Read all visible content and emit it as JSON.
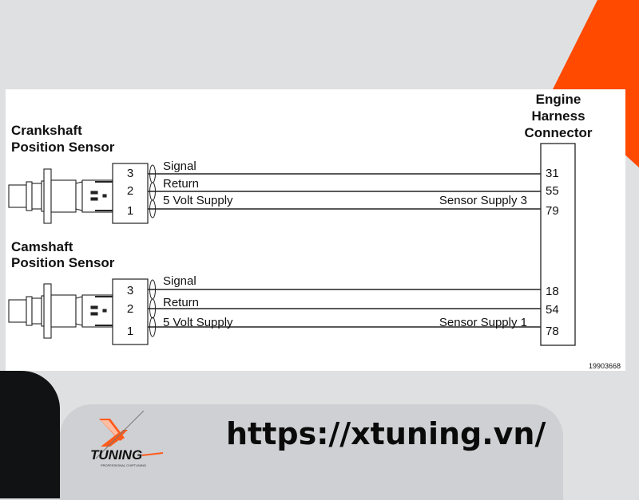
{
  "colors": {
    "background": "#dfe0e2",
    "accent_orange": "#ff4a00",
    "footer_panel": "#cfd0d3",
    "dark_shape": "#111214",
    "wire": "#222222"
  },
  "diagram": {
    "connector": {
      "title_line1": "Engine",
      "title_line2": "Harness",
      "title_line3": "Connector"
    },
    "sensors": [
      {
        "name_line1": "Crankshaft",
        "name_line2": "Position Sensor",
        "pins": [
          "3",
          "2",
          "1"
        ],
        "wires": [
          {
            "pin": "3",
            "label": "Signal",
            "harness_pin": "31",
            "note": ""
          },
          {
            "pin": "2",
            "label": "Return",
            "harness_pin": "55",
            "note": ""
          },
          {
            "pin": "1",
            "label": "5 Volt Supply",
            "harness_pin": "79",
            "note": "Sensor Supply 3"
          }
        ]
      },
      {
        "name_line1": "Camshaft",
        "name_line2": "Position Sensor",
        "pins": [
          "3",
          "2",
          "1"
        ],
        "wires": [
          {
            "pin": "3",
            "label": "Signal",
            "harness_pin": "18",
            "note": ""
          },
          {
            "pin": "2",
            "label": "Return",
            "harness_pin": "54",
            "note": ""
          },
          {
            "pin": "1",
            "label": "5 Volt Supply",
            "harness_pin": "78",
            "note": "Sensor Supply 1"
          }
        ]
      }
    ],
    "figure_number": "19903668"
  },
  "footer": {
    "logo_name": "TUNING",
    "logo_tagline": "PROFESSIONAL CHIPTUNING",
    "url": "https://xtuning.vn/"
  }
}
